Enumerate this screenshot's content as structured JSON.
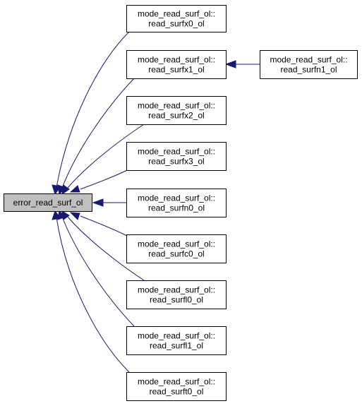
{
  "colors": {
    "edge": "#191970",
    "node_fill": "#ffffff",
    "focus_fill": "#bfbfbf",
    "border": "#000000"
  },
  "nodes": [
    {
      "id": "error_read_surf_ol",
      "lines": [
        "error_read_surf_ol"
      ],
      "focus": true
    },
    {
      "id": "read_surfx0_ol",
      "lines": [
        "mode_read_surf_ol::",
        "read_surfx0_ol"
      ]
    },
    {
      "id": "read_surfx1_ol",
      "lines": [
        "mode_read_surf_ol::",
        "read_surfx1_ol"
      ]
    },
    {
      "id": "read_surfn1_ol",
      "lines": [
        "mode_read_surf_ol::",
        "read_surfn1_ol"
      ]
    },
    {
      "id": "read_surfx2_ol",
      "lines": [
        "mode_read_surf_ol::",
        "read_surfx2_ol"
      ]
    },
    {
      "id": "read_surfx3_ol",
      "lines": [
        "mode_read_surf_ol::",
        "read_surfx3_ol"
      ]
    },
    {
      "id": "read_surfn0_ol",
      "lines": [
        "mode_read_surf_ol::",
        "read_surfn0_ol"
      ]
    },
    {
      "id": "read_surfc0_ol",
      "lines": [
        "mode_read_surf_ol::",
        "read_surfc0_ol"
      ]
    },
    {
      "id": "read_surfl0_ol",
      "lines": [
        "mode_read_surf_ol::",
        "read_surfl0_ol"
      ]
    },
    {
      "id": "read_surfl1_ol",
      "lines": [
        "mode_read_surf_ol::",
        "read_surfl1_ol"
      ]
    },
    {
      "id": "read_surft0_ol",
      "lines": [
        "mode_read_surf_ol::",
        "read_surft0_ol"
      ]
    }
  ],
  "edges": [
    {
      "from": "read_surfx0_ol",
      "to": "error_read_surf_ol"
    },
    {
      "from": "read_surfx1_ol",
      "to": "error_read_surf_ol"
    },
    {
      "from": "read_surfn1_ol",
      "to": "read_surfx1_ol"
    },
    {
      "from": "read_surfx2_ol",
      "to": "error_read_surf_ol"
    },
    {
      "from": "read_surfx3_ol",
      "to": "error_read_surf_ol"
    },
    {
      "from": "read_surfn0_ol",
      "to": "error_read_surf_ol"
    },
    {
      "from": "read_surfc0_ol",
      "to": "error_read_surf_ol"
    },
    {
      "from": "read_surfl0_ol",
      "to": "error_read_surf_ol"
    },
    {
      "from": "read_surfl1_ol",
      "to": "error_read_surf_ol"
    },
    {
      "from": "read_surft0_ol",
      "to": "error_read_surf_ol"
    }
  ]
}
